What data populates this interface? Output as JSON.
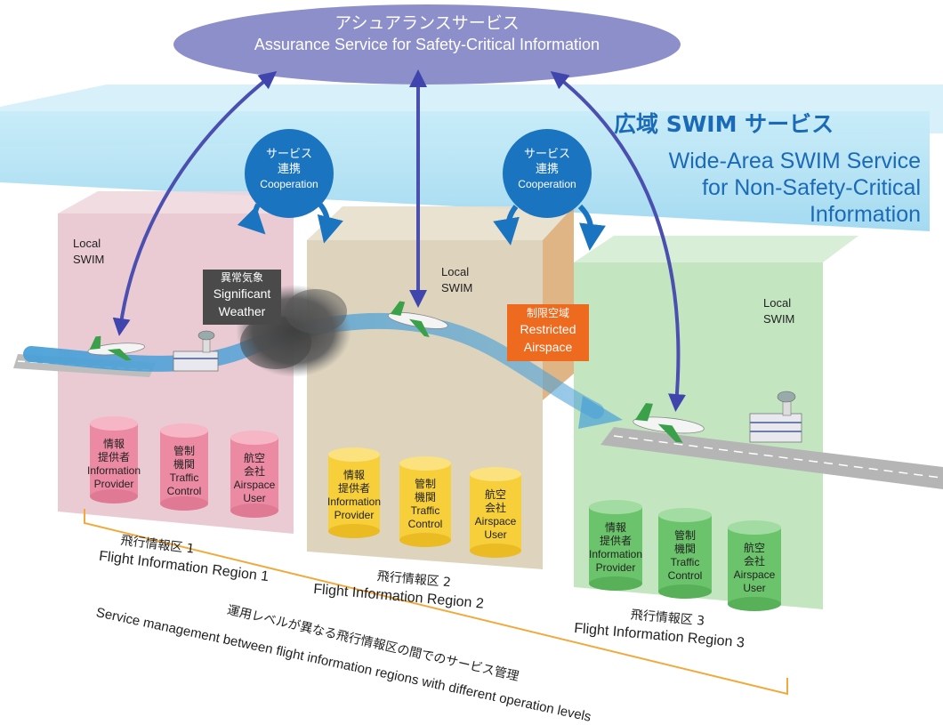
{
  "assurance": {
    "line1": "アシュアランスサービス",
    "line2": "Assurance Service for Safety-Critical Information"
  },
  "wide_area": {
    "title_jp": "広域 SWIM サービス",
    "line1": "Wide-Area SWIM Service",
    "line2": "for Non-Safety-Critical",
    "line3": "Information"
  },
  "cooperation": [
    {
      "jp1": "サービス",
      "jp2": "連携",
      "en": "Cooperation"
    },
    {
      "jp1": "サービス",
      "jp2": "連携",
      "en": "Cooperation"
    }
  ],
  "local_swim": [
    {
      "line1": "Local",
      "line2": "SWIM"
    },
    {
      "line1": "Local",
      "line2": "SWIM"
    },
    {
      "line1": "Local",
      "line2": "SWIM"
    }
  ],
  "weather": {
    "jp": "異常気象",
    "en1": "Significant",
    "en2": "Weather"
  },
  "restricted": {
    "jp": "制限空域",
    "en1": "Restricted",
    "en2": "Airspace"
  },
  "regions": [
    {
      "jp": "飛行情報区 1",
      "en": "Flight Information Region 1",
      "cylinders": [
        {
          "jp1": "情報",
          "jp2": "提供者",
          "en1": "Information",
          "en2": "Provider"
        },
        {
          "jp1": "管制",
          "jp2": "機関",
          "en1": "Traffic",
          "en2": "Control"
        },
        {
          "jp1": "航空",
          "jp2": "会社",
          "en1": "Airspace",
          "en2": "User"
        }
      ]
    },
    {
      "jp": "飛行情報区 2",
      "en": "Flight Information Region 2",
      "cylinders": [
        {
          "jp1": "情報",
          "jp2": "提供者",
          "en1": "Information",
          "en2": "Provider"
        },
        {
          "jp1": "管制",
          "jp2": "機関",
          "en1": "Traffic",
          "en2": "Control"
        },
        {
          "jp1": "航空",
          "jp2": "会社",
          "en1": "Airspace",
          "en2": "User"
        }
      ]
    },
    {
      "jp": "飛行情報区 3",
      "en": "Flight Information Region 3",
      "cylinders": [
        {
          "jp1": "情報",
          "jp2": "提供者",
          "en1": "Information",
          "en2": "Provider"
        },
        {
          "jp1": "管制",
          "jp2": "機関",
          "en1": "Traffic",
          "en2": "Control"
        },
        {
          "jp1": "航空",
          "jp2": "会社",
          "en1": "Airspace",
          "en2": "User"
        }
      ]
    }
  ],
  "bottom": {
    "jp": "運用レベルが異なる飛行情報区の間でのサービス管理",
    "en": "Service management between flight information regions with different operation levels"
  },
  "colors": {
    "ellipse": "#8d8fca",
    "band": "#a7dbf2",
    "cooperation": "#1b74bf",
    "arrow": "#4a4fb0",
    "region1": "#e7c4cf",
    "region2": "#ddd2bb",
    "region3": "#bfe3bf",
    "cyl_pink": "#ec8aa3",
    "cyl_yellow": "#f7cf3a",
    "cyl_green": "#6bc46b",
    "restricted": "#ee6a1f",
    "weather": "#4a4a4a",
    "bracket": "#f2a93b"
  }
}
